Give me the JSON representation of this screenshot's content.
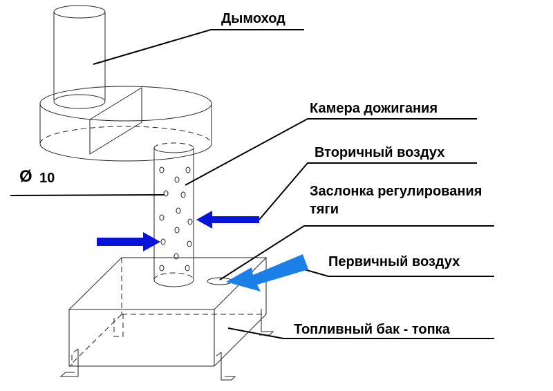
{
  "labels": {
    "chimney": "Дымоход",
    "afterburner": "Камера дожигания",
    "secondary_air": "Вторичный воздух",
    "damper_line1": "Заслонка регулирования",
    "damper_line2": "тяги",
    "primary_air": "Первичный воздух",
    "fuel_tank": "Топливный бак - топка",
    "hole_diameter": "10",
    "diameter_symbol": "Ø"
  },
  "colors": {
    "secondary_arrows": "#0a14d8",
    "primary_arrow": "#1a7fe6",
    "lines": "#000000"
  }
}
